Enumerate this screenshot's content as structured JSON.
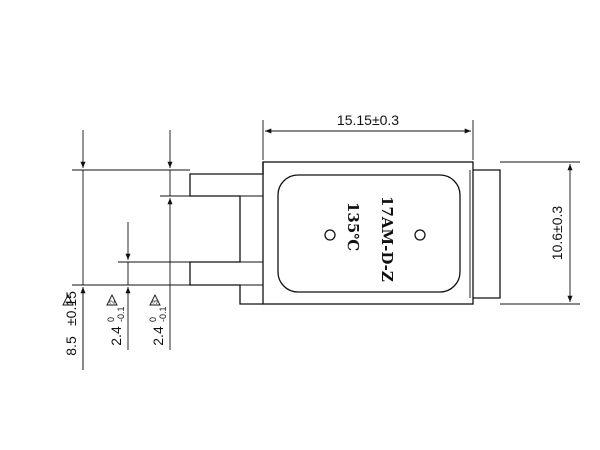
{
  "part": {
    "model": "17AM-D-Z",
    "temperature": "135℃"
  },
  "dimensions": {
    "width": "15.15±0.3",
    "height": "10.6±0.3",
    "lead_span": {
      "main": "8.5",
      "tol": "±0.15"
    },
    "lead_width_1": {
      "main": "2.4",
      "upper": "0",
      "lower": "-0.1"
    },
    "lead_width_2": {
      "main": "2.4",
      "upper": "0",
      "lower": "-0.1"
    },
    "inspection_marks": [
      "1",
      "2",
      "3"
    ]
  }
}
